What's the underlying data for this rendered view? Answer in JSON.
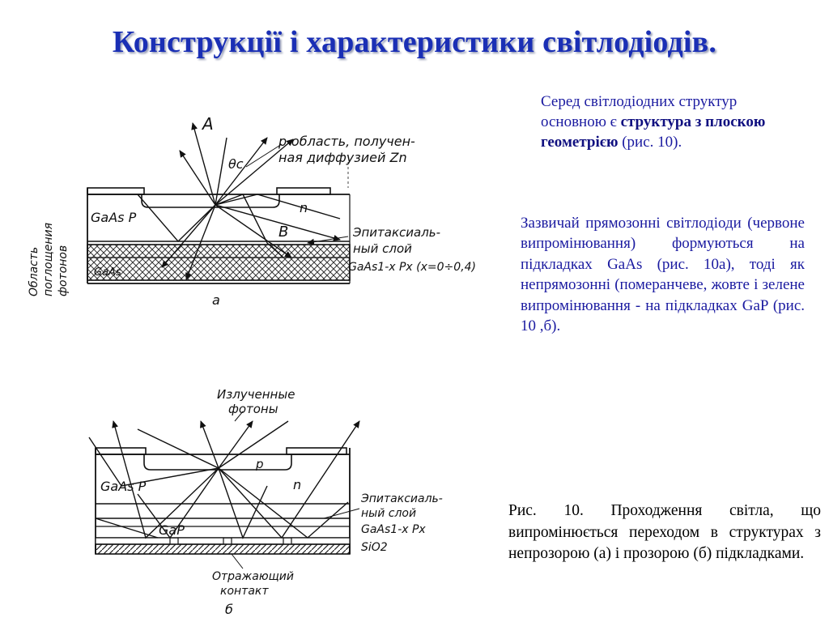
{
  "slide": {
    "title": "Конструкції і характеристики світлодіодів."
  },
  "intro": {
    "text_before": "Серед світлодіодних структур основною є ",
    "bold": "структура з плоскою геометрією",
    "text_after": " (рис. 10)."
  },
  "paragraph": {
    "text": "Зазвичай прямозонні світлодіоди (червоне випромінювання) формуються на підкладках GaAs (рис. 10а), тоді як непрямозонні (померанчеве, жовте і зелене випромінювання - на підкладках GaP (рис. 10 ,б)."
  },
  "caption": {
    "text": "Рис. 10. Проходження світла, що випромінюється переходом в структурах з непрозорою (а) і прозорою (б) підкладками."
  },
  "figure_a": {
    "label_A": "A",
    "label_theta": "θc",
    "label_p_region_1": "p-область, получен-",
    "label_p_region_2": "ная диффузией Zn",
    "label_n": "n",
    "label_GaAsP": "GaAs P",
    "label_B": "B",
    "label_epi_1": "Эпитаксиаль-",
    "label_epi_2": "ный слой",
    "label_formula": "GaAs1-x Px (x=0÷0,4)",
    "label_GaAs": "GaAs",
    "label_absorb_1": "Область",
    "label_absorb_2": "поглощения",
    "label_absorb_3": "фотонов",
    "label_sub": "a"
  },
  "figure_b": {
    "label_photons_1": "Излученные",
    "label_photons_2": "фотоны",
    "label_p": "p",
    "label_n": "n",
    "label_GaAsP": "GaAs P",
    "label_epi_1": "Эпитаксиаль-",
    "label_epi_2": "ный слой",
    "label_formula": "GaAs1-x Px",
    "label_GaP": "GaP",
    "label_SiO2": "SiO2",
    "label_contact_1": "Отражающий",
    "label_contact_2": "контакт",
    "label_sub": "б"
  }
}
